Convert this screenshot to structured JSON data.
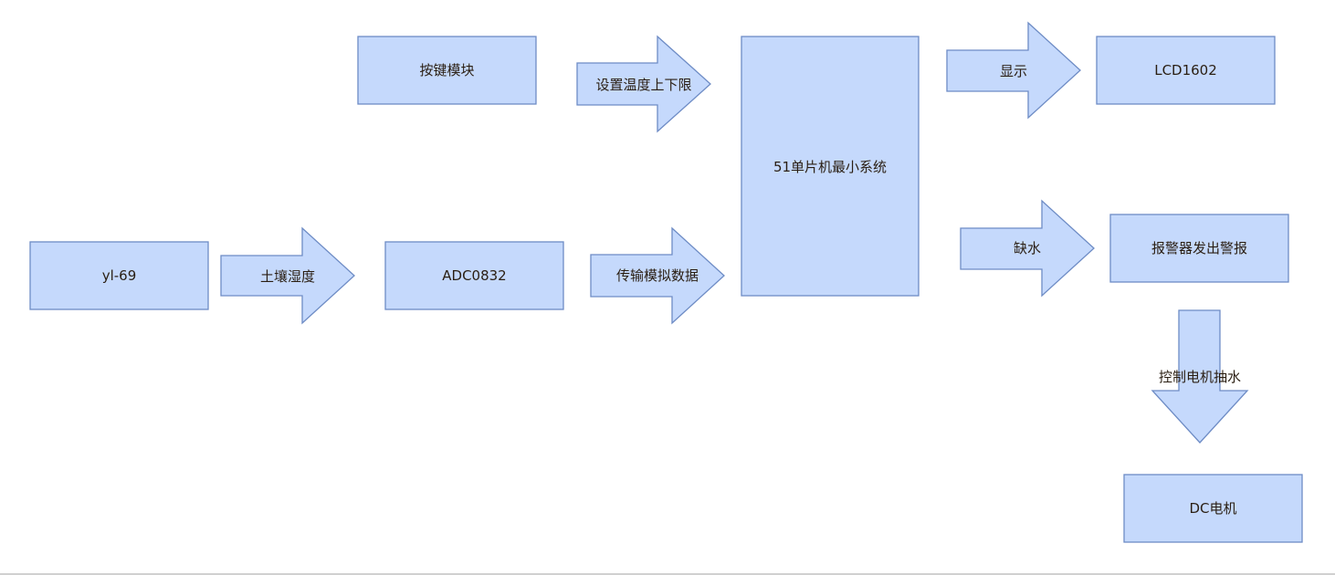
{
  "blocks": {
    "keypad": "按键模块",
    "sensor": "yl-69",
    "adc": "ADC0832",
    "mcu": "51单片机最小系统",
    "lcd": "LCD1602",
    "alarm": "报警器发出警报",
    "motor": "DC电机"
  },
  "arrows": {
    "set_limits": "设置温度上下限",
    "soil_moisture": "土壤湿度",
    "transmit_analog": "传输模拟数据",
    "display": "显示",
    "water_shortage": "缺水",
    "pump_control": "控制电机抽水"
  },
  "colors": {
    "fill": "#c5d9fc",
    "stroke": "#6e8cc5",
    "text": "#2a1e12"
  }
}
